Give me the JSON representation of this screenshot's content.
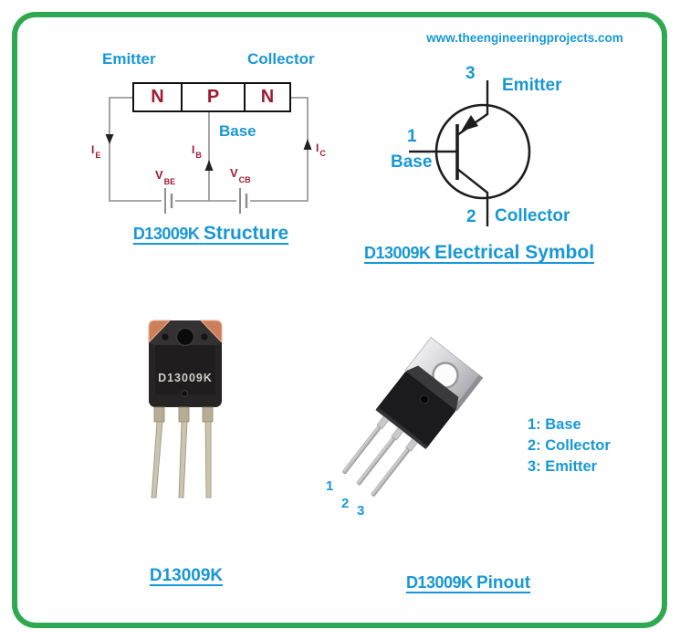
{
  "site_url": "www.theengineeringprojects.com",
  "colors": {
    "accent_blue": "#1798d6",
    "dark_red": "#9e1b32",
    "border_green": "#2fa951",
    "wire_gray": "#9b9b9b"
  },
  "structure": {
    "emitter_label": "Emitter",
    "collector_label": "Collector",
    "base_label": "Base",
    "regions": [
      "N",
      "P",
      "N"
    ],
    "currents": {
      "ie": {
        "main": "I",
        "sub": "E"
      },
      "ib": {
        "main": "I",
        "sub": "B"
      },
      "ic": {
        "main": "I",
        "sub": "C"
      }
    },
    "voltages": {
      "vbe": {
        "main": "V",
        "sub": "BE"
      },
      "vcb": {
        "main": "V",
        "sub": "CB"
      }
    },
    "title": {
      "part": "D13009K",
      "name": "Structure"
    }
  },
  "symbol": {
    "pins": {
      "emitter": {
        "num": "3",
        "label": "Emitter"
      },
      "base": {
        "num": "1",
        "label": "Base"
      },
      "collector": {
        "num": "2",
        "label": "Collector"
      }
    },
    "title": {
      "part": "D13009K",
      "name": "Electrical Symbol"
    }
  },
  "component_photo": {
    "marking": "D13009K",
    "caption": "D13009K"
  },
  "pinout": {
    "leg_numbers": [
      "1",
      "2",
      "3"
    ],
    "legend": [
      "1: Base",
      "2: Collector",
      "3: Emitter"
    ],
    "title": {
      "part": "D13009K",
      "name": "Pinout"
    }
  }
}
